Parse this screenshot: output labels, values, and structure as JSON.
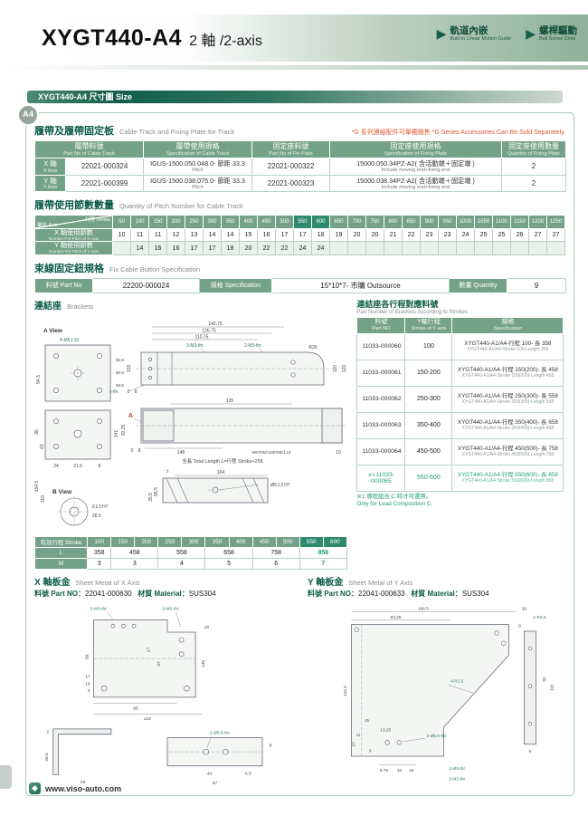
{
  "header": {
    "model": "XYGT440-A4",
    "axes": "2 軸 /2-axis",
    "badges": [
      {
        "zh": "軌道內嵌",
        "en": "Built-in Linear Motion Guide"
      },
      {
        "zh": "螺桿驅動",
        "en": "Ball Screw Drive"
      }
    ],
    "arrow_glyph": "▶"
  },
  "section_bar": "XYGT440-A4 尺寸圖 Size",
  "panel_badge": "A4",
  "track_section": {
    "title_zh": "履帶及履帶固定板",
    "title_en": "Cable Track and Fixing Plate for Track",
    "note_zh": "*G 系列連結配件可單獨銷售",
    "note_en": "*G Series Accessories Can Be Sold Separately.",
    "headers": [
      {
        "zh": "履帶料號",
        "en": "Part No of Cable Track"
      },
      {
        "zh": "履帶使用規格",
        "en": "Specification of Cable Track"
      },
      {
        "zh": "固定座料號",
        "en": "Part No of Fix Plate"
      },
      {
        "zh": "固定座使用規格",
        "en": "Specification of Fixing Plate"
      },
      {
        "zh": "固定座使用數量",
        "en": "Quantity of Fixing Plate"
      }
    ],
    "rows": [
      {
        "axis_zh": "X 軸",
        "axis_en": "X Axis",
        "track_pn": "22021-000324",
        "spec1": "IGUS-1500.050.048.0- 節距 33.3",
        "spec2": "Pitch",
        "plate_pn": "22021-000322",
        "ps1": "15000.050.34PZ-A2( 含活動端＋固定端 )",
        "ps2": "Include moving end+fixing end",
        "qty": "2"
      },
      {
        "axis_zh": "Y 軸",
        "axis_en": "Y Axis",
        "track_pn": "22021-000399",
        "spec1": "IGUS-1500.038.075.0- 節距 33.3",
        "spec2": "Pitch",
        "plate_pn": "22021-000323",
        "ps1": "15000.038.34PZ-A2( 含活動端＋固定端 )",
        "ps2": "Include moving end+fixing end",
        "qty": "2"
      }
    ]
  },
  "pitch_section": {
    "title_zh": "履帶使用節數數量",
    "title_en": "Quantity of Pitch Number for Cable Track",
    "corner_top": "行程 Stroke",
    "corner_bottom": "軸向 Axis",
    "strokes": [
      {
        "t": "50"
      },
      {
        "t": "100"
      },
      {
        "t": "150"
      },
      {
        "t": "200"
      },
      {
        "t": "250"
      },
      {
        "t": "300"
      },
      {
        "t": "350"
      },
      {
        "t": "400"
      },
      {
        "t": "450"
      },
      {
        "t": "500"
      },
      {
        "t": "550",
        "cls": "hl"
      },
      {
        "t": "600",
        "cls": "hl"
      },
      {
        "t": "650"
      },
      {
        "t": "700"
      },
      {
        "t": "750"
      },
      {
        "t": "800"
      },
      {
        "t": "850"
      },
      {
        "t": "900"
      },
      {
        "t": "950"
      },
      {
        "t": "1000"
      },
      {
        "t": "1050"
      },
      {
        "t": "1100"
      },
      {
        "t": "1150"
      },
      {
        "t": "1200"
      },
      {
        "t": "1250"
      }
    ],
    "x_row": {
      "label_zh": "X 軸使用節數",
      "label_en": "Number For Pitch of X Axis",
      "values": [
        "10",
        "11",
        "11",
        "12",
        "13",
        "14",
        "14",
        "15",
        "16",
        "17",
        "17",
        "18",
        "19",
        "20",
        "20",
        "21",
        "22",
        "23",
        "23",
        "24",
        "25",
        "25",
        "26",
        "27",
        "27"
      ]
    },
    "y_row": {
      "label_zh": "Y 軸使用節數",
      "label_en": "Number For Pitch of Y Axis",
      "values": [
        "",
        "14",
        "16",
        "16",
        "17",
        "17",
        "18",
        "20",
        "22",
        "22",
        "24",
        "24",
        "",
        "",
        "",
        "",
        "",
        "",
        "",
        "",
        "",
        "",
        "",
        "",
        ""
      ]
    }
  },
  "button_section": {
    "title_zh": "束線固定鈕規格",
    "title_en": "Fix Cable Button Specification",
    "part_label": "料號 Part No",
    "part_no": "22200-000024",
    "spec_label": "規格 Specification",
    "spec": "15*10*7- 市購 Outsource",
    "qty_label": "數量 Quantity",
    "qty": "9"
  },
  "brackets": {
    "title_zh": "連結座",
    "title_en": "Brackets",
    "dims": [
      "142.75",
      "126.75",
      "110.75",
      "3-M3-thr.",
      "2-M5-thr.",
      "103",
      "4-Ø6.5-thr.",
      "8",
      "0",
      "R20",
      "110",
      "120",
      "A View",
      "4-M5↧10",
      "94.5",
      "50.5",
      "60.5",
      "56.5",
      "96",
      "62",
      "141",
      "24",
      "21.5",
      "8",
      "154.5",
      "110",
      "135",
      "A",
      "30.25",
      "0",
      "8",
      "148",
      "M6*Pitch100*M6↧14",
      "10",
      "全長 Total Length L=行程 Stroke+258",
      "7",
      "104",
      "55.5",
      "35.5",
      "Ø6↧3 H7",
      "B View",
      "6↧3 H7",
      "26.5"
    ],
    "stroke_table": {
      "header_label": "有效行程 Stroke",
      "strokes": [
        {
          "t": "100"
        },
        {
          "t": "150"
        },
        {
          "t": "200"
        },
        {
          "t": "250"
        },
        {
          "t": "300"
        },
        {
          "t": "350"
        },
        {
          "t": "400"
        },
        {
          "t": "450"
        },
        {
          "t": "500"
        },
        {
          "t": "550",
          "cls": "hl"
        },
        {
          "t": "600",
          "cls": "hl"
        }
      ],
      "l_label": "L",
      "l_values": [
        "358",
        "458",
        "558",
        "658",
        "758",
        "858"
      ],
      "m_label": "M",
      "m_values": [
        "3",
        "3",
        "4",
        "5",
        "6",
        "7"
      ]
    }
  },
  "bracket_parts": {
    "title_zh": "連結座各行程對應料號",
    "title_en": "Part Number of Brackets According to Strokes",
    "headers": [
      {
        "zh": "料號",
        "en": "Part NO"
      },
      {
        "zh": "Y軸行程",
        "en": "Stroke of Y axis"
      },
      {
        "zh": "規格",
        "en": "Specification"
      }
    ],
    "rows": [
      {
        "flag": "",
        "pn": "11033-000060",
        "stroke": "100",
        "spec_zh": "XYGT440-A1/A4-行程 100- 長 358",
        "spec_en": "XYGT440-A1/A4-Stroke 100-Length 358",
        "cls": ""
      },
      {
        "flag": "",
        "pn": "11033-000061",
        "stroke": "150-200",
        "spec_zh": "XYGT440-A1/A4-行程 150(200)- 長 458",
        "spec_en": "XYGT440-A1/A4-Stroke 150(200)-Length 458",
        "cls": ""
      },
      {
        "flag": "",
        "pn": "11033-000062",
        "stroke": "250-300",
        "spec_zh": "XYGT440-A1/A4-行程 250(300)- 長 558",
        "spec_en": "XYGT440-A1/A4-Stroke 250(300)-Length 558",
        "cls": ""
      },
      {
        "flag": "",
        "pn": "11033-000063",
        "stroke": "350-400",
        "spec_zh": "XYGT440-A1/A4-行程 350(400)- 長 658",
        "spec_en": "XYGT440-A1/A4-Stroke 350(400)-Length 658",
        "cls": ""
      },
      {
        "flag": "",
        "pn": "11033-000064",
        "stroke": "450-500",
        "spec_zh": "XYGT440-A1/A4-行程 450(500)- 長 758",
        "spec_en": "XYGT440-A1/A4-Stroke 450(500)-Length 758",
        "cls": ""
      },
      {
        "flag": "※1",
        "pn": "11033-000065",
        "stroke": "550-600",
        "spec_zh": "XYGT440-A1/A4-行程 550(600)- 長 858",
        "spec_en": "XYGT440-A1/A4-Stroke 550(600)-Length 858",
        "cls": "hl-row"
      }
    ],
    "note_zh": "※1 導程組合 C 時才可選用。",
    "note_en": "Only for Lead Composition C."
  },
  "sheet_x": {
    "title_zh": "X 軸板金",
    "title_en": "Sheet Metal of X Axis",
    "part_label": "料號 Part NO：",
    "part_no": "22041-000630",
    "mat_label": "材質 Material：",
    "material": "SUS304",
    "dims": [
      "3-M3-thr.",
      "2-M5-thr.",
      "69",
      "17",
      "16",
      "9",
      "27",
      "37",
      "20",
      "145",
      "95",
      "123",
      "2",
      "26.5",
      "69",
      "2-Ø5.5-thr.",
      "44",
      "6.5",
      "57",
      "8"
    ]
  },
  "sheet_y": {
    "title_zh": "Y 軸板金",
    "title_en": "Sheet Metal of Y Axis",
    "part_label": "料號 Part NO：",
    "part_no": "22041-000633",
    "mat_label": "材質 Material：",
    "material": "SUS304",
    "dims": [
      "166.5",
      "83.25",
      "20",
      "2-R2.5",
      "8",
      "4-R2.5",
      "92",
      "110",
      "144.5",
      "13.25",
      "12",
      "27",
      "9",
      "2-Ø5.5-thr.",
      "9.75",
      "16",
      "16",
      "2-M5-thr.",
      "3-M3-thr.",
      "25",
      "9"
    ]
  },
  "footer": {
    "url": "www.viso-auto.com"
  }
}
